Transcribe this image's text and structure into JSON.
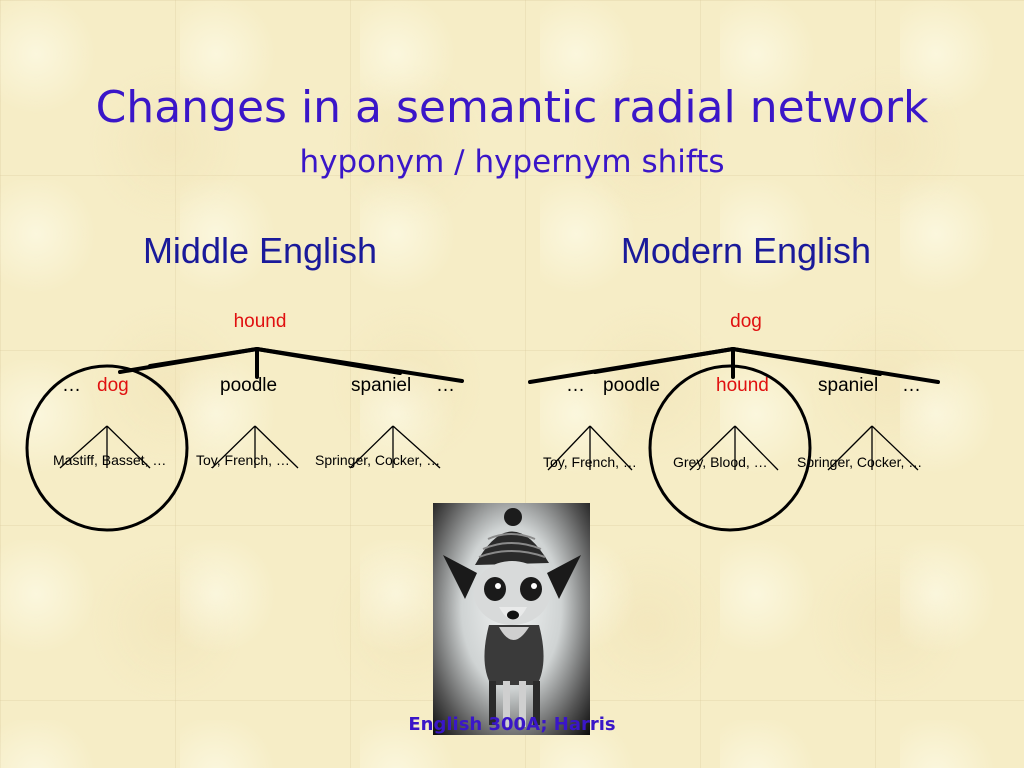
{
  "title": "Changes in a semantic radial network",
  "subtitle": "hyponym / hypernym shifts",
  "footer": "English 300A; Harris",
  "colors": {
    "title": "#3a16c8",
    "heading": "#1a1a9a",
    "highlight": "#e01010",
    "text": "#000000"
  },
  "middle_english": {
    "heading": "Middle English",
    "root": "hound",
    "children": [
      {
        "prefix": "…",
        "label": "dog",
        "highlight": true,
        "circled": true,
        "examples": "Mastiff, Basset, …"
      },
      {
        "label": "poodle",
        "examples": "Toy, French, …"
      },
      {
        "label": "spaniel",
        "suffix": "…",
        "examples": "Springer, Cocker, …"
      }
    ]
  },
  "modern_english": {
    "heading": "Modern English",
    "root": "dog",
    "children": [
      {
        "prefix": "…",
        "label": "poodle",
        "examples": "Toy, French, …"
      },
      {
        "label": "hound",
        "highlight": true,
        "circled": true,
        "examples": "Grey, Blood, …"
      },
      {
        "label": "spaniel",
        "suffix": "…",
        "examples": "Springer, Cocker, …"
      }
    ]
  },
  "image": {
    "icon": "chihuahua-photo"
  }
}
